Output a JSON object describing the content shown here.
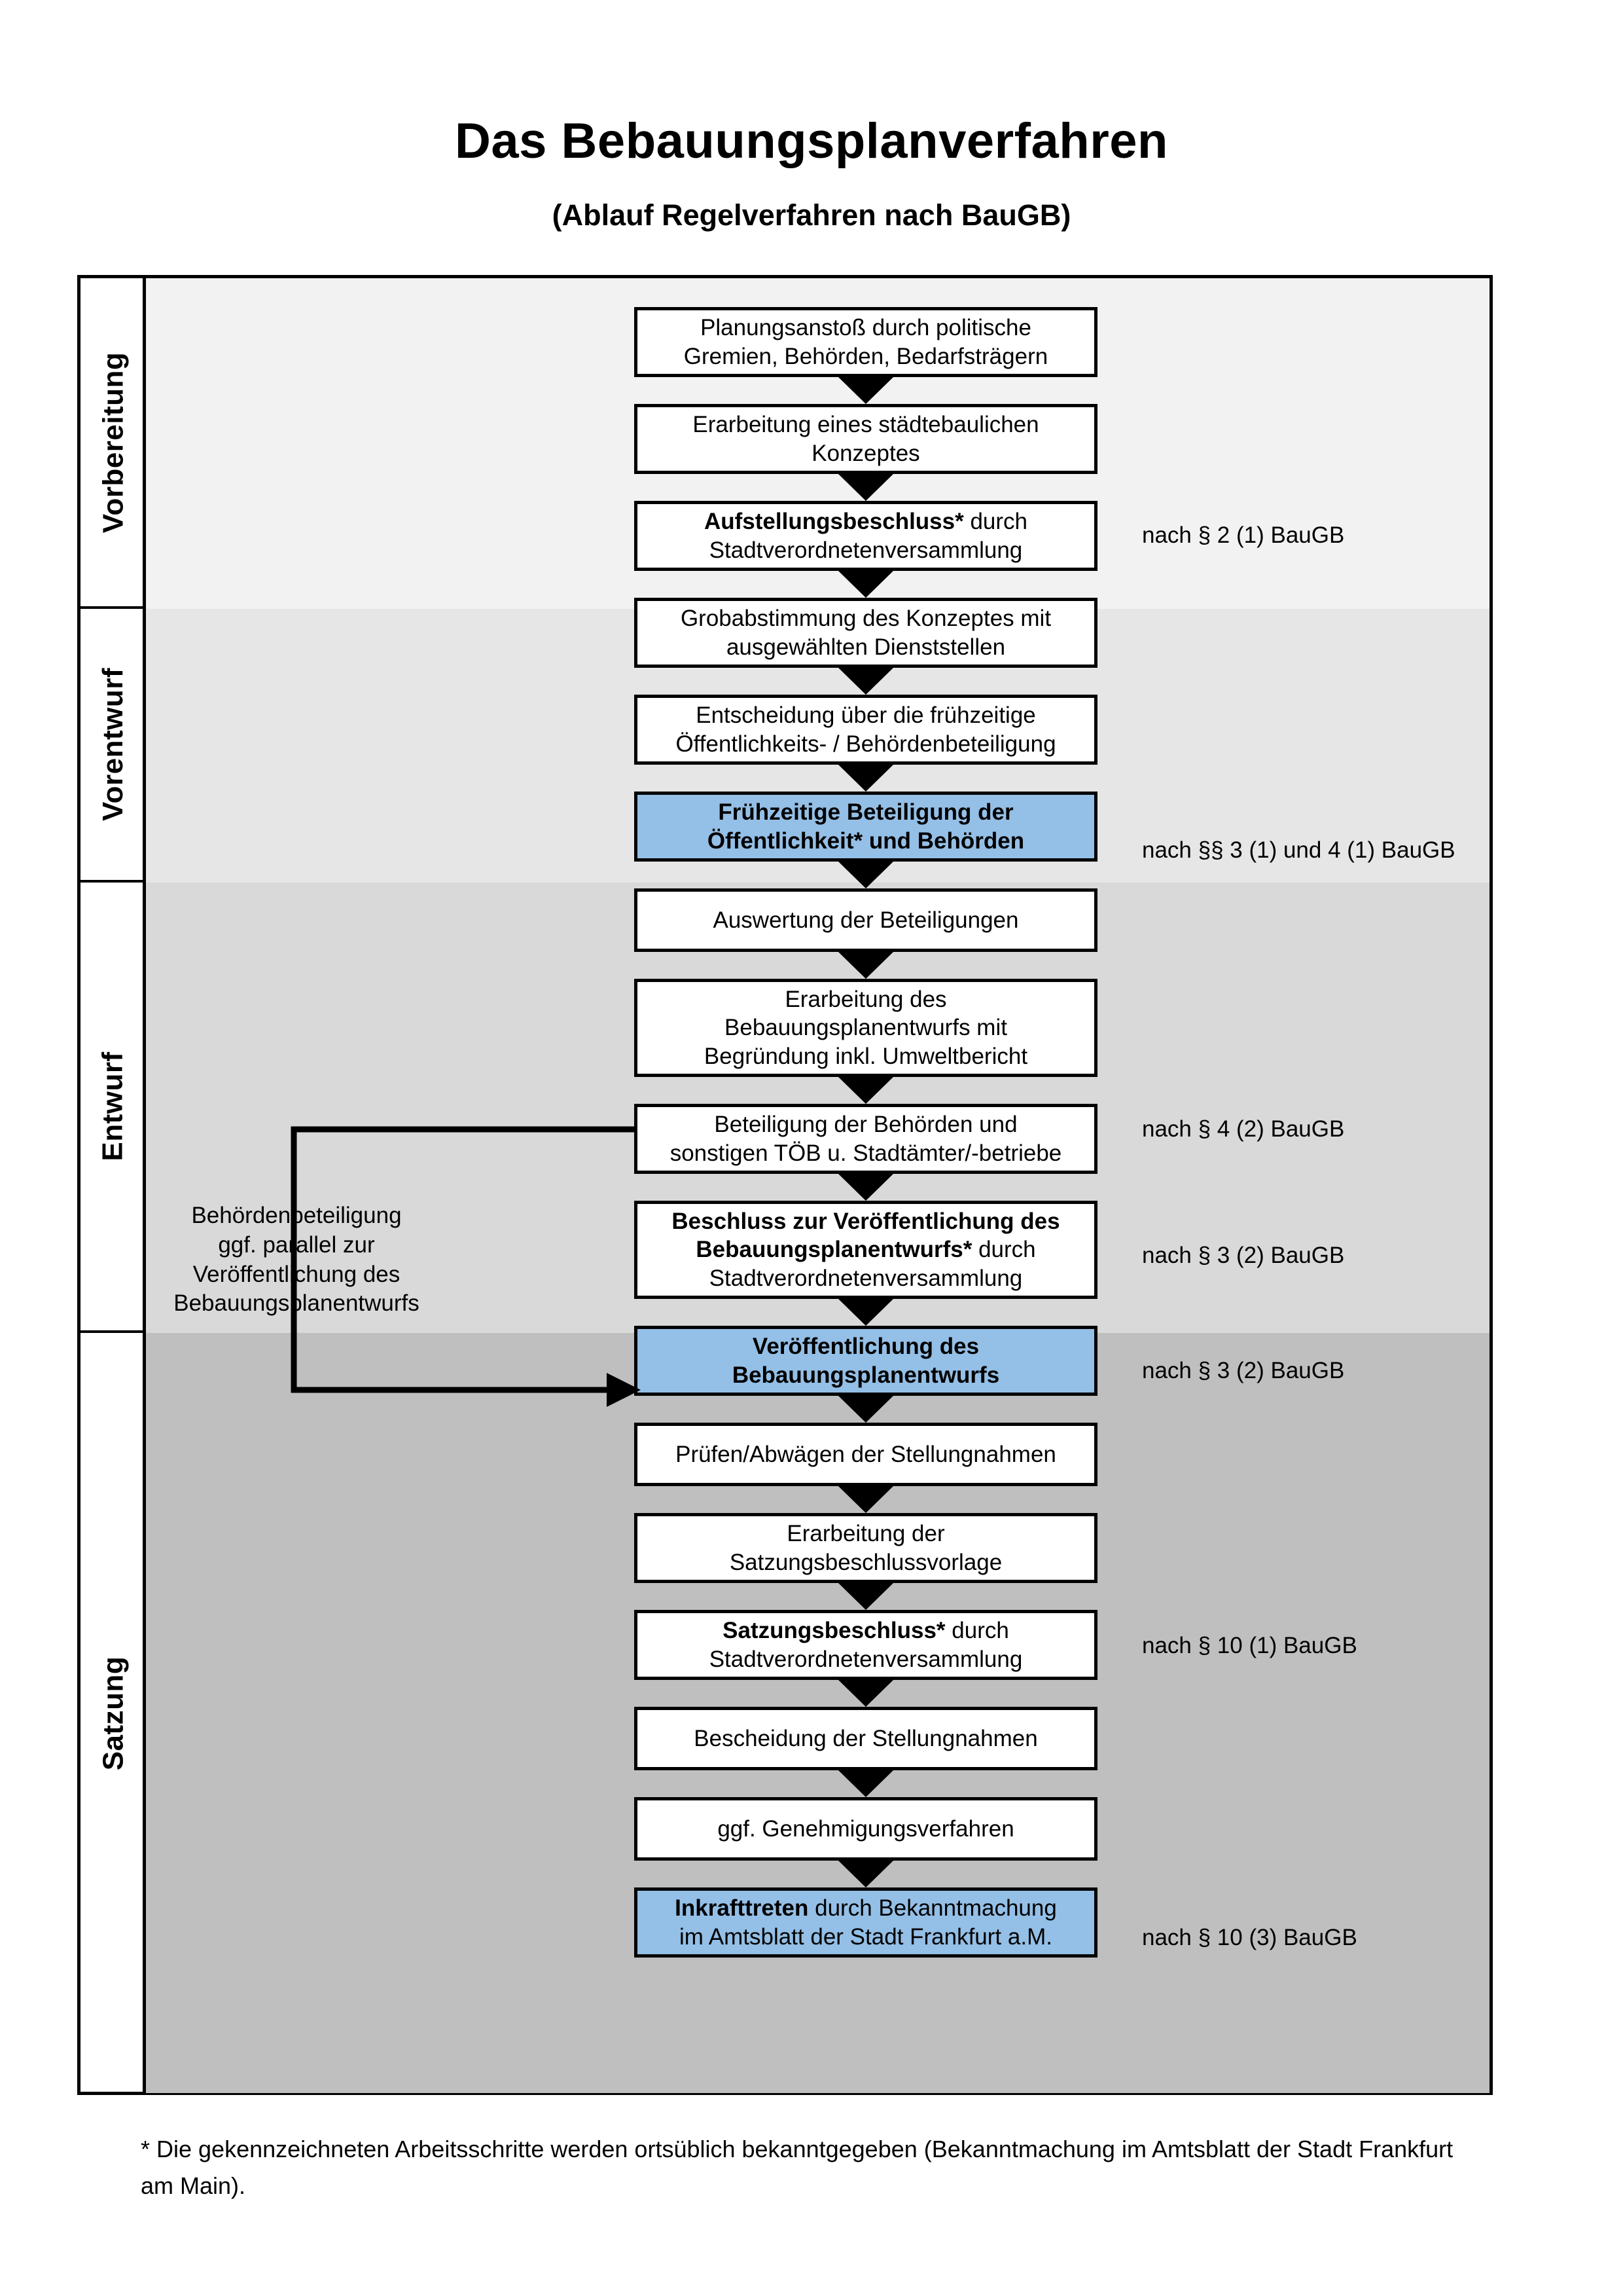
{
  "header": {
    "title": "Das Bebauungsplanverfahren",
    "subtitle": "(Ablauf Regelverfahren nach BauGB)"
  },
  "phases": [
    {
      "label": "Vorbereitung",
      "band_color": "#f2f2f2"
    },
    {
      "label": "Vorentwurf",
      "band_color": "#e6e6e6"
    },
    {
      "label": "Entwurf",
      "band_color": "#d9d9d9"
    },
    {
      "label": "Satzung",
      "band_color": "#bfbfbf"
    }
  ],
  "steps": [
    {
      "id": "planungsanstoss",
      "phase": "Vorbereitung",
      "lines": [
        "Planungsanstoß durch politische",
        "Gremien, Behörden, Bedarfsträgern"
      ],
      "bold_lead": "",
      "highlight": false
    },
    {
      "id": "staedtebau-konzept",
      "phase": "Vorbereitung",
      "lines": [
        "Erarbeitung eines städtebaulichen",
        "Konzeptes"
      ],
      "bold_lead": "",
      "highlight": false
    },
    {
      "id": "aufstellungsbeschluss",
      "phase": "Vorbereitung",
      "lines": [
        "Aufstellungsbeschluss* durch",
        "Stadtverordnetenversammlung"
      ],
      "bold_lead": "Aufstellungsbeschluss*",
      "highlight": false
    },
    {
      "id": "grobabstimmung",
      "phase": "Vorentwurf",
      "lines": [
        "Grobabstimmung des Konzeptes mit",
        "ausgewählten Dienststellen"
      ],
      "bold_lead": "",
      "highlight": false
    },
    {
      "id": "entscheidung-fruehzeitig",
      "phase": "Vorentwurf",
      "lines": [
        "Entscheidung über die frühzeitige",
        "Öffentlichkeits- / Behördenbeteiligung"
      ],
      "bold_lead": "",
      "highlight": false
    },
    {
      "id": "fruehzeitige-beteiligung",
      "phase": "Vorentwurf",
      "lines": [
        "Frühzeitige Beteiligung der",
        "Öffentlichkeit* und Behörden"
      ],
      "bold_lead": "ALL",
      "highlight": true
    },
    {
      "id": "auswertung",
      "phase": "Entwurf",
      "lines": [
        "Auswertung der Beteiligungen"
      ],
      "bold_lead": "",
      "highlight": false
    },
    {
      "id": "erarbeitung-entwurf",
      "phase": "Entwurf",
      "lines": [
        "Erarbeitung des",
        "Bebauungsplanentwurfs mit",
        "Begründung inkl. Umweltbericht"
      ],
      "bold_lead": "",
      "highlight": false
    },
    {
      "id": "beteiligung-behoerden",
      "phase": "Entwurf",
      "lines": [
        "Beteiligung der Behörden und",
        "sonstigen TÖB u. Stadtämter/-betriebe"
      ],
      "bold_lead": "",
      "highlight": false
    },
    {
      "id": "beschluss-veroeffentlichung",
      "phase": "Entwurf",
      "lines": [
        "Beschluss zur Veröffentlichung des",
        "Bebauungsplanentwurfs* durch",
        "Stadtverordnetenversammlung"
      ],
      "bold_lead": "Beschluss zur Veröffentlichung des Bebauungsplanentwurfs*",
      "highlight": false
    },
    {
      "id": "veroeffentlichung",
      "phase": "Entwurf",
      "lines": [
        "Veröffentlichung des",
        "Bebauungsplanentwurfs"
      ],
      "bold_lead": "ALL",
      "highlight": true
    },
    {
      "id": "pruefen-abwaegen",
      "phase": "Satzung",
      "lines": [
        "Prüfen/Abwägen der Stellungnahmen"
      ],
      "bold_lead": "",
      "highlight": false
    },
    {
      "id": "satzungsbeschlussvorlage",
      "phase": "Satzung",
      "lines": [
        "Erarbeitung der",
        "Satzungsbeschlussvorlage"
      ],
      "bold_lead": "",
      "highlight": false
    },
    {
      "id": "satzungsbeschluss",
      "phase": "Satzung",
      "lines": [
        "Satzungsbeschluss* durch",
        "Stadtverordnetenversammlung"
      ],
      "bold_lead": "Satzungsbeschluss*",
      "highlight": false
    },
    {
      "id": "bescheidung",
      "phase": "Satzung",
      "lines": [
        "Bescheidung der Stellungnahmen"
      ],
      "bold_lead": "",
      "highlight": false
    },
    {
      "id": "genehmigungsverfahren",
      "phase": "Satzung",
      "lines": [
        "ggf. Genehmigungsverfahren"
      ],
      "bold_lead": "",
      "highlight": false
    },
    {
      "id": "inkrafttreten",
      "phase": "Satzung",
      "lines": [
        "Inkrafttreten durch Bekanntmachung",
        "im Amtsblatt der Stadt Frankfurt a.M."
      ],
      "bold_lead": "Inkrafttreten",
      "highlight": true
    }
  ],
  "legal_notes": [
    {
      "id": "note-par2-1",
      "text": "nach § 2 (1) BauGB"
    },
    {
      "id": "note-par3-4-1",
      "text": "nach §§ 3 (1) und 4 (1) BauGB"
    },
    {
      "id": "note-par4-2",
      "text": "nach § 4 (2) BauGB"
    },
    {
      "id": "note-par3-2a",
      "text": "nach § 3 (2) BauGB"
    },
    {
      "id": "note-par3-2b",
      "text": "nach § 3 (2) BauGB"
    },
    {
      "id": "note-par10-1",
      "text": "nach § 10 (1) BauGB"
    },
    {
      "id": "note-par10-3",
      "text": "nach § 10 (3) BauGB"
    }
  ],
  "side_note": {
    "lines": [
      "Behördenbeteiligung",
      "ggf. parallel zur",
      "Veröffentlichung des",
      "Bebauungsplanentwurfs"
    ]
  },
  "footnote": {
    "text": "* Die gekennzeichneten Arbeitsschritte werden ortsüblich bekanntgegeben (Bekanntmachung im Amtsblatt  der Stadt Frankfurt am Main)."
  },
  "colors": {
    "highlight_fill": "#94bfe6",
    "border": "#000000",
    "band_1": "#f2f2f2",
    "band_2": "#e6e6e6",
    "band_3": "#d9d9d9",
    "band_4": "#bfbfbf"
  }
}
